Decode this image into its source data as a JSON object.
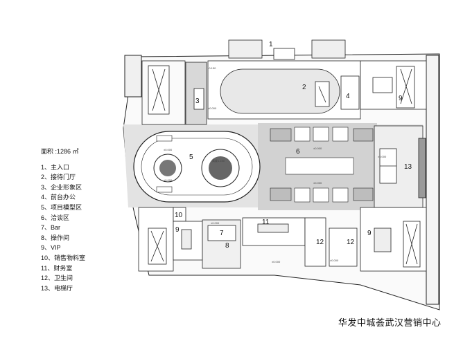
{
  "legend": {
    "area": "面积 :1286 ㎡",
    "items": [
      "1、主入口",
      "2、接待门厅",
      "3、企业形象区",
      "4、前台办公",
      "5、项目模型区",
      "6、洽谈区",
      "7、Bar",
      "8、操作间",
      "9、VIP",
      "10、销售物料室",
      "11、财务室",
      "12、卫生间",
      "13、电梯厅"
    ]
  },
  "caption": "华发中城荟武汉营销中心",
  "plan": {
    "zones": {
      "z1": "1",
      "z2": "2",
      "z3": "3",
      "z4": "4",
      "z5": "5",
      "z6": "6",
      "z7": "7",
      "z8": "8",
      "z9a": "9",
      "z9b": "9",
      "z9c": "9",
      "z10": "10",
      "z11": "11",
      "z12a": "12",
      "z12b": "12",
      "z13": "13"
    },
    "levels": {
      "l1": "±0.000",
      "l2": "-0.150",
      "l3": "±0.000",
      "l4": "±0.000",
      "l5": "±0.000",
      "l6": "±0.000",
      "l7": "±0.000",
      "l8": "±0.000",
      "l9": "±0.000",
      "l10": "±0.000"
    },
    "model_label": "高度1.150"
  },
  "colors": {
    "gray_band": "#d6d6d6",
    "floor_light": "#ebebeb",
    "wall": "#222222"
  }
}
